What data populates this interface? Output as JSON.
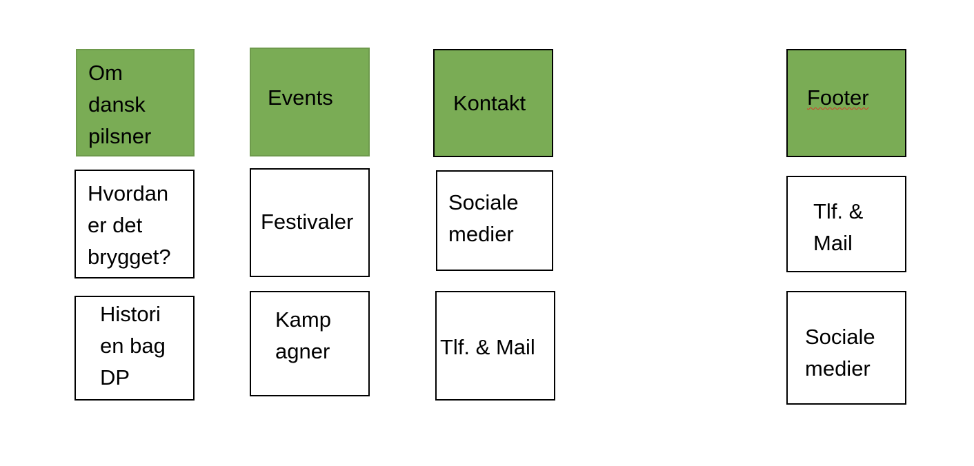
{
  "columns": [
    {
      "header": {
        "lines": [
          "Om",
          "dansk",
          "pilsner"
        ]
      },
      "items": [
        {
          "lines": [
            "Hvordan",
            "er det",
            "brygget?"
          ]
        },
        {
          "lines": [
            "Histori",
            "en bag",
            "DP"
          ]
        }
      ]
    },
    {
      "header": {
        "lines": [
          "Events"
        ]
      },
      "items": [
        {
          "lines": [
            "Festivaler"
          ]
        },
        {
          "lines": [
            "Kamp",
            "agner"
          ]
        }
      ]
    },
    {
      "header": {
        "lines": [
          "Kontakt"
        ]
      },
      "items": [
        {
          "lines": [
            "Sociale",
            "medier"
          ]
        },
        {
          "lines": [
            "Tlf. & Mail"
          ]
        }
      ]
    },
    {
      "header": {
        "lines": [
          "Footer"
        ]
      },
      "items": [
        {
          "lines": [
            "Tlf. &",
            "Mail"
          ]
        },
        {
          "lines": [
            "Sociale",
            "medier"
          ]
        }
      ]
    }
  ],
  "colors": {
    "header_fill": "#7aac55",
    "box_border": "#000000",
    "spellcheck_underline": "#d93a2b"
  }
}
